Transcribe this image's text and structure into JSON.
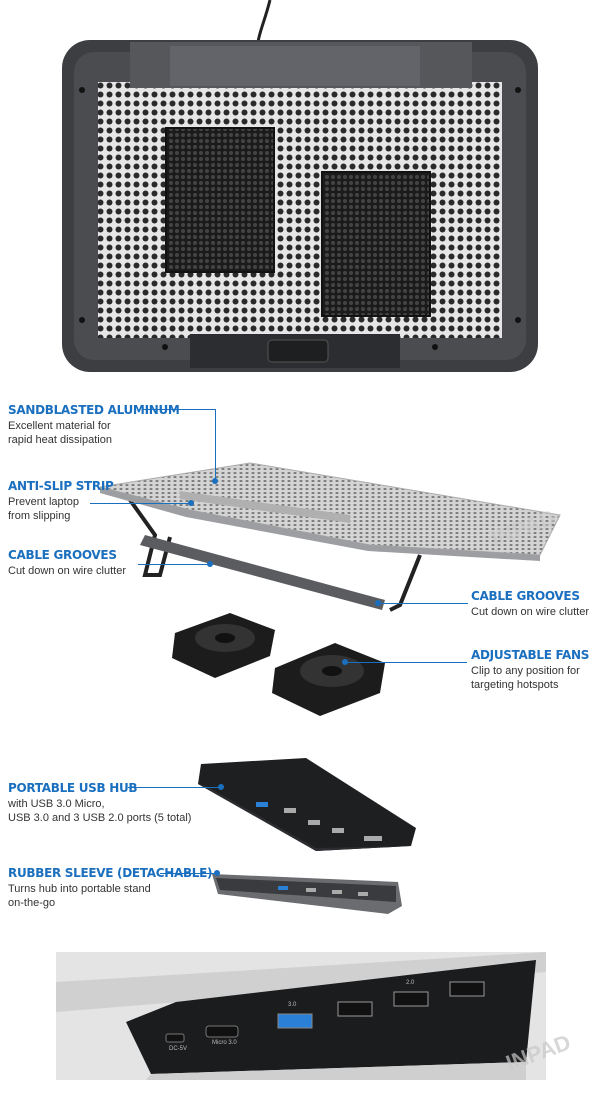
{
  "callouts": {
    "sandblasted": {
      "title": "SANDBLASTED ALUMINUM",
      "desc": [
        "Excellent material for",
        "rapid heat dissipation"
      ]
    },
    "antislip": {
      "title": "ANTI-SLIP STRIP",
      "desc": [
        "Prevent laptop",
        "from slipping"
      ]
    },
    "cable_left": {
      "title": "CABLE GROOVES",
      "desc": [
        "Cut down on wire clutter"
      ]
    },
    "cable_right": {
      "title": "CABLE GROOVES",
      "desc": [
        "Cut down on wire clutter"
      ]
    },
    "fans": {
      "title": "ADJUSTABLE FANS",
      "desc": [
        "Clip to any position for",
        "targeting hotspots"
      ]
    },
    "usbhub": {
      "title": "PORTABLE USB HUB",
      "desc": [
        "with USB 3.0 Micro,",
        "USB 3.0 and 3 USB 2.0 ports (5 total)"
      ]
    },
    "sleeve": {
      "title": "RUBBER SLEEVE (DETACHABLE)",
      "desc": [
        "Turns hub into portable stand",
        "on-the-go"
      ]
    }
  },
  "port_labels": {
    "dc": "DC-5V",
    "micro": "Micro 3.0",
    "usb3": "3.0",
    "usb2": "2.0"
  },
  "watermark": "INPAD",
  "colors": {
    "accent": "#1a6fbf",
    "frame": "#3c3e42",
    "mesh": "#d8d8d8"
  }
}
